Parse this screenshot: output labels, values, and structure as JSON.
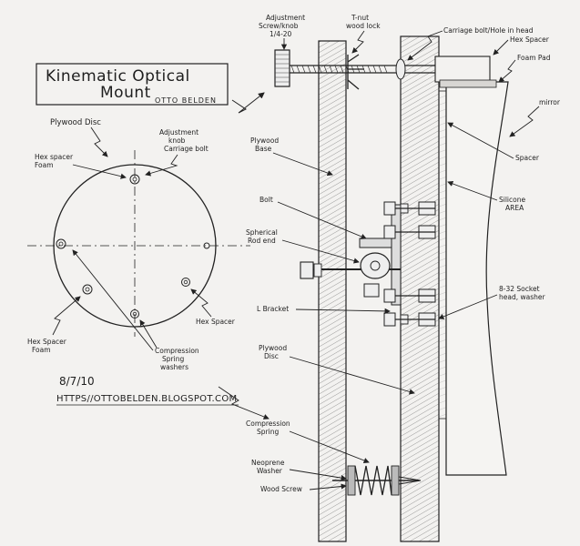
{
  "title": {
    "line1": "Kinematic Optical",
    "line2": "Mount",
    "author": "OTTO BELDEN"
  },
  "front_view": {
    "labels": {
      "plywood_disc": "Plywood Disc",
      "adjustment_knob_1": "Adjustment",
      "adjustment_knob_2": "knob",
      "adjustment_knob_3": "Carriage bolt",
      "hex_spacer_foam_top_1": "Hex spacer",
      "hex_spacer_foam_top_2": "Foam",
      "hex_spacer_foam_bottom_1": "Hex Spacer",
      "hex_spacer_foam_bottom_2": "Foam",
      "hex_spacer_right": "Hex Spacer",
      "compression_spring_washers_1": "Compression",
      "compression_spring_washers_2": "Spring",
      "compression_spring_washers_3": "washers"
    }
  },
  "date": "8/7/10",
  "url": "HTTPS//OTTOBELDEN.BLOGSPOT.COM",
  "side_view": {
    "labels": {
      "adjustment_screw_1": "Adjustment",
      "adjustment_screw_2": "Screw/knob",
      "adjustment_screw_3": "1/4-20",
      "t_nut_1": "T-nut",
      "t_nut_2": "wood lock",
      "carriage_bolt": "Carriage bolt/Hole in head",
      "hex_spacer": "Hex Spacer",
      "foam_pad": "Foam Pad",
      "mirror": "mirror",
      "plywood_base_1": "Plywood",
      "plywood_base_2": "Base",
      "spacer": "Spacer",
      "silicone_area_1": "Silicone",
      "silicone_area_2": "AREA",
      "bolt": "Bolt",
      "spherical_rod_end_1": "Spherical",
      "spherical_rod_end_2": "Rod end",
      "socket_head_1": "8-32 Socket",
      "socket_head_2": "head, washer",
      "l_bracket": "L Bracket",
      "plywood_disc_1": "Plywood",
      "plywood_disc_2": "Disc",
      "compression_spring_1": "Compression",
      "compression_spring_2": "Spring",
      "neoprene_washer_1": "Neoprene",
      "neoprene_washer_2": "Washer",
      "wood_screw": "Wood Screw"
    }
  }
}
